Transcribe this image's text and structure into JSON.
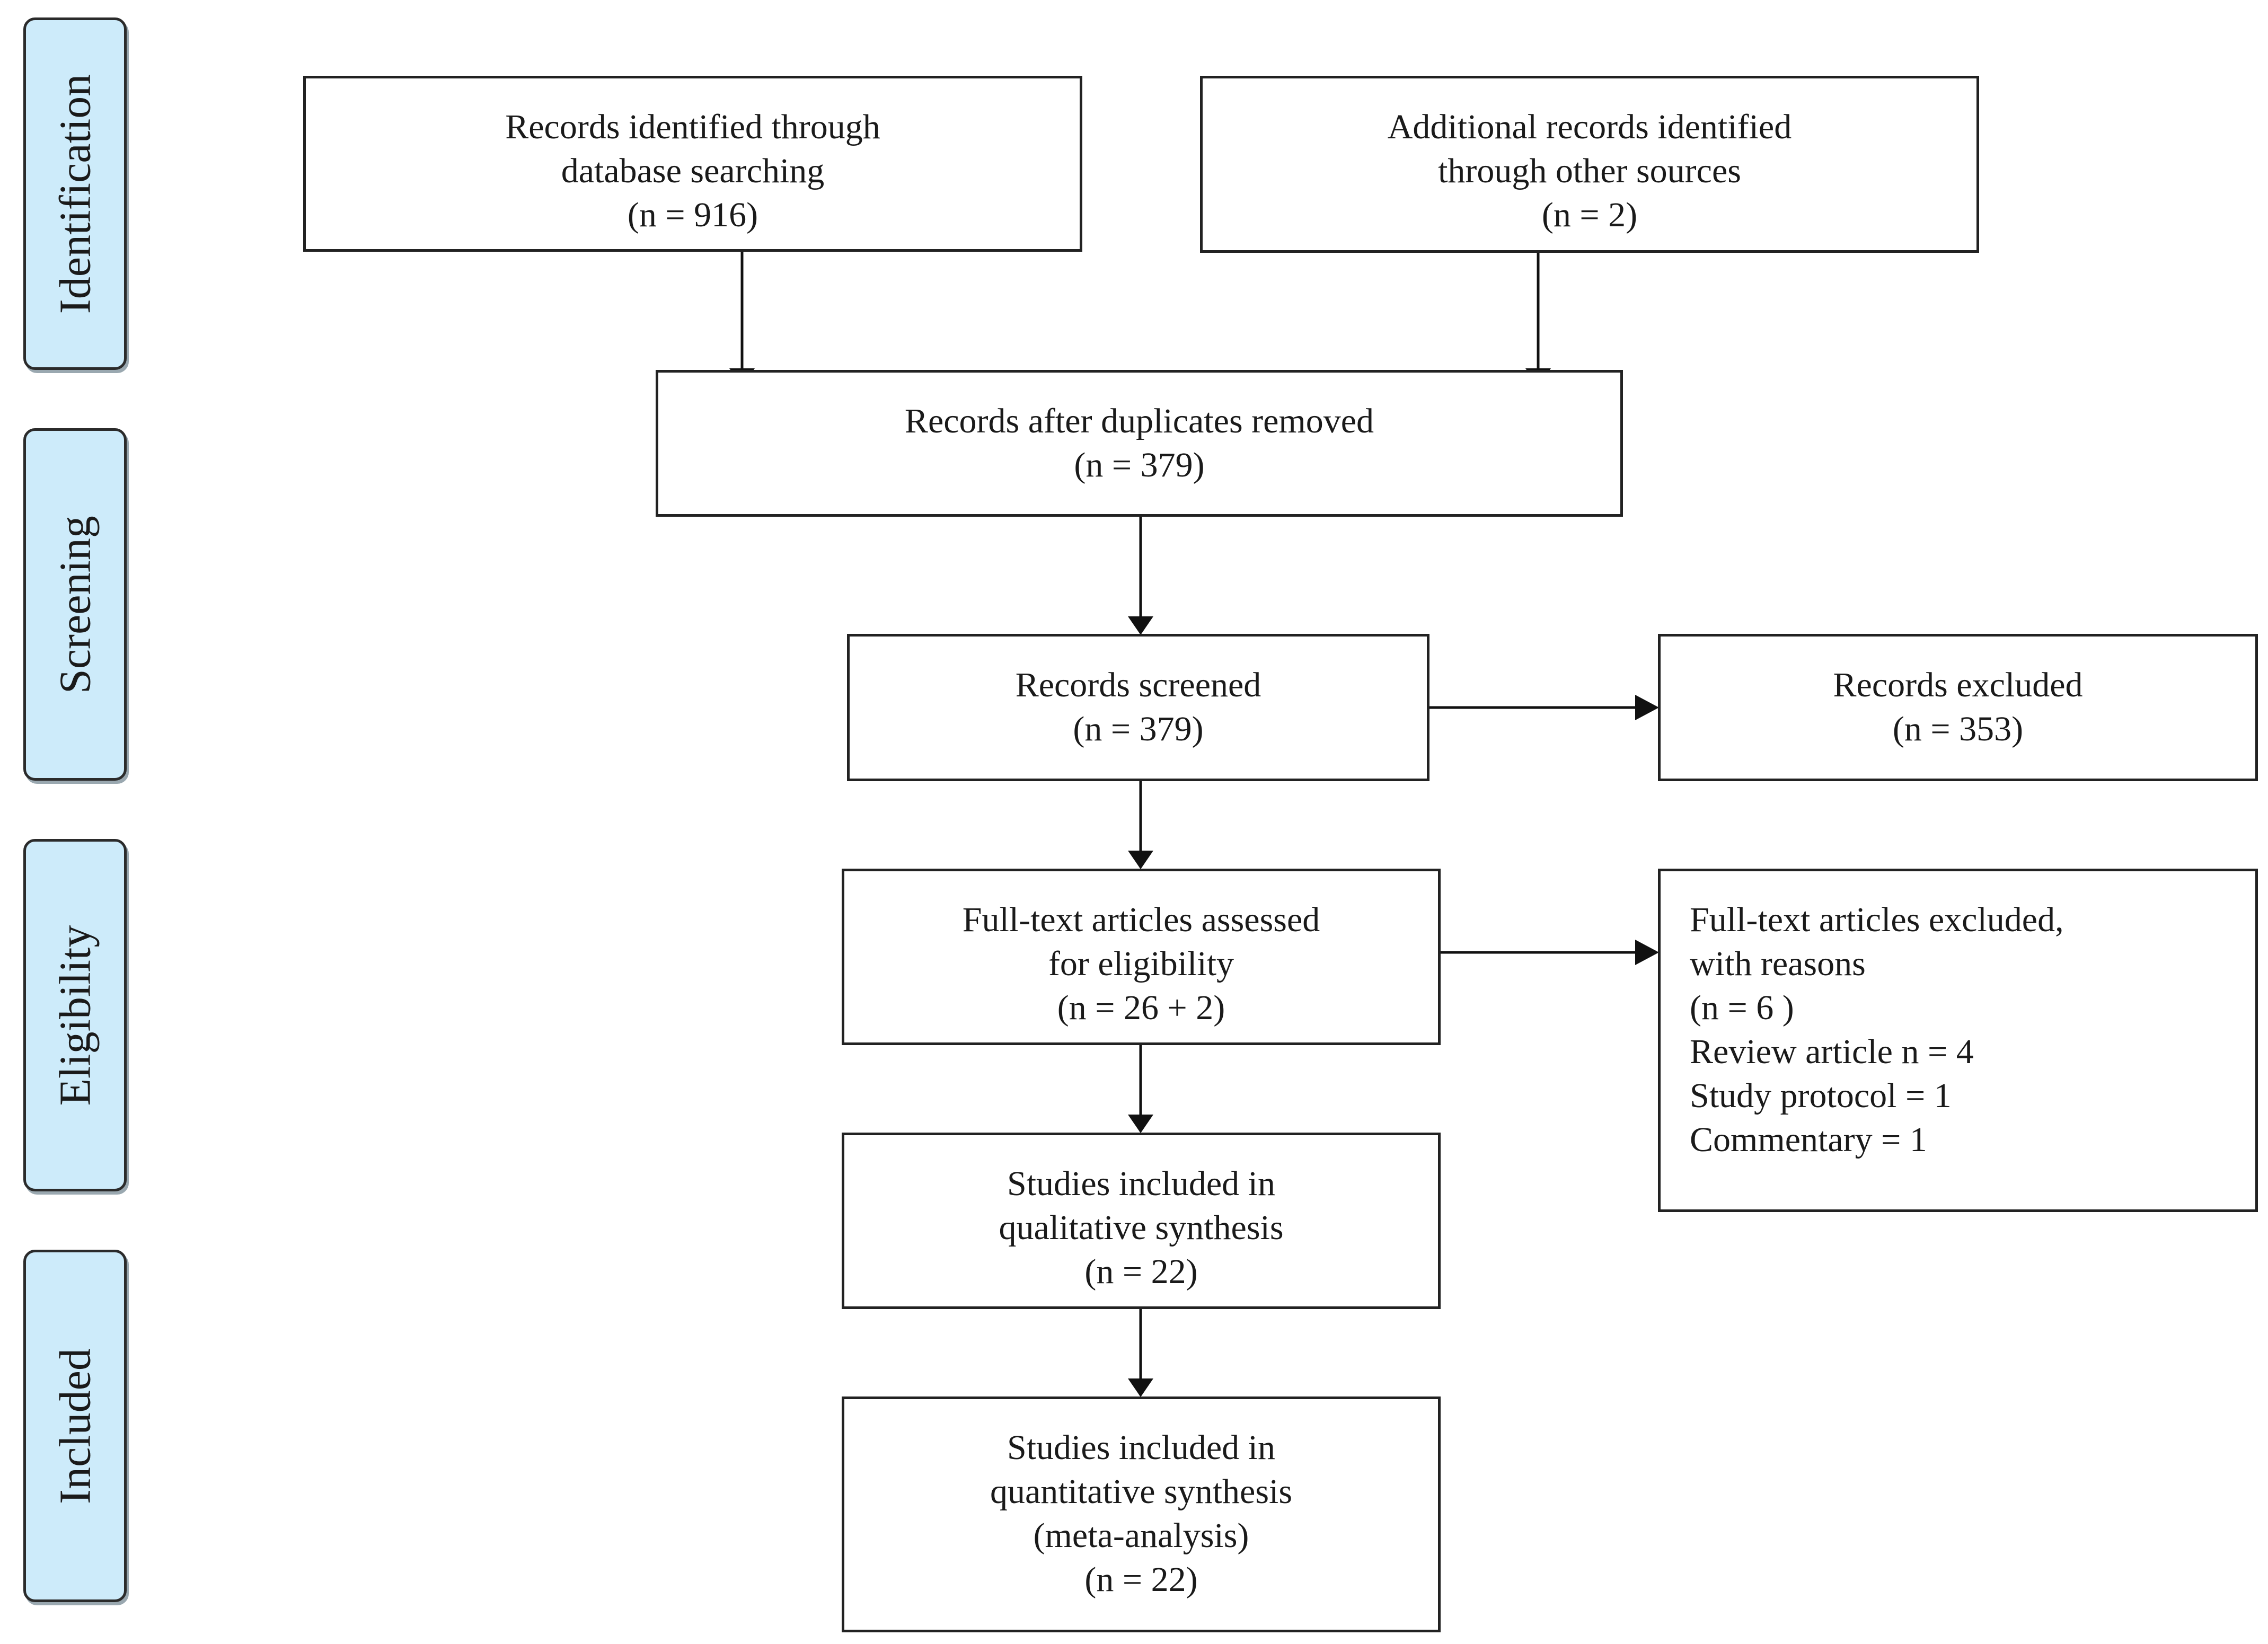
{
  "stages": [
    {
      "id": "identification",
      "label": "Identification"
    },
    {
      "id": "screening",
      "label": "Screening"
    },
    {
      "id": "eligibility",
      "label": "Eligibility"
    },
    {
      "id": "included",
      "label": "Included"
    }
  ],
  "boxes": {
    "database_search": {
      "lines": [
        "Records identified through",
        "database searching",
        "(n = 916)"
      ]
    },
    "other_sources": {
      "lines": [
        "Additional records identified",
        "through other sources",
        "(n = 2)"
      ]
    },
    "after_duplicates": {
      "lines": [
        "Records after duplicates removed",
        "(n = 379)"
      ]
    },
    "screened": {
      "lines": [
        "Records screened",
        "(n = 379)"
      ]
    },
    "excluded": {
      "lines": [
        "Records excluded",
        "(n = 353)"
      ]
    },
    "full_text_assessed": {
      "lines": [
        "Full-text articles assessed",
        "for eligibility",
        "(n = 26 + 2)"
      ]
    },
    "full_text_excluded": {
      "lines": [
        "Full-text articles excluded,",
        "with reasons",
        "(n = 6   )",
        "Review article n = 4",
        "Study protocol = 1",
        "Commentary = 1"
      ]
    },
    "qualitative": {
      "lines": [
        "Studies included in",
        "qualitative synthesis",
        "(n = 22)"
      ]
    },
    "quantitative": {
      "lines": [
        "Studies included in",
        "quantitative synthesis",
        "(meta-analysis)",
        "(n = 22)"
      ]
    }
  }
}
